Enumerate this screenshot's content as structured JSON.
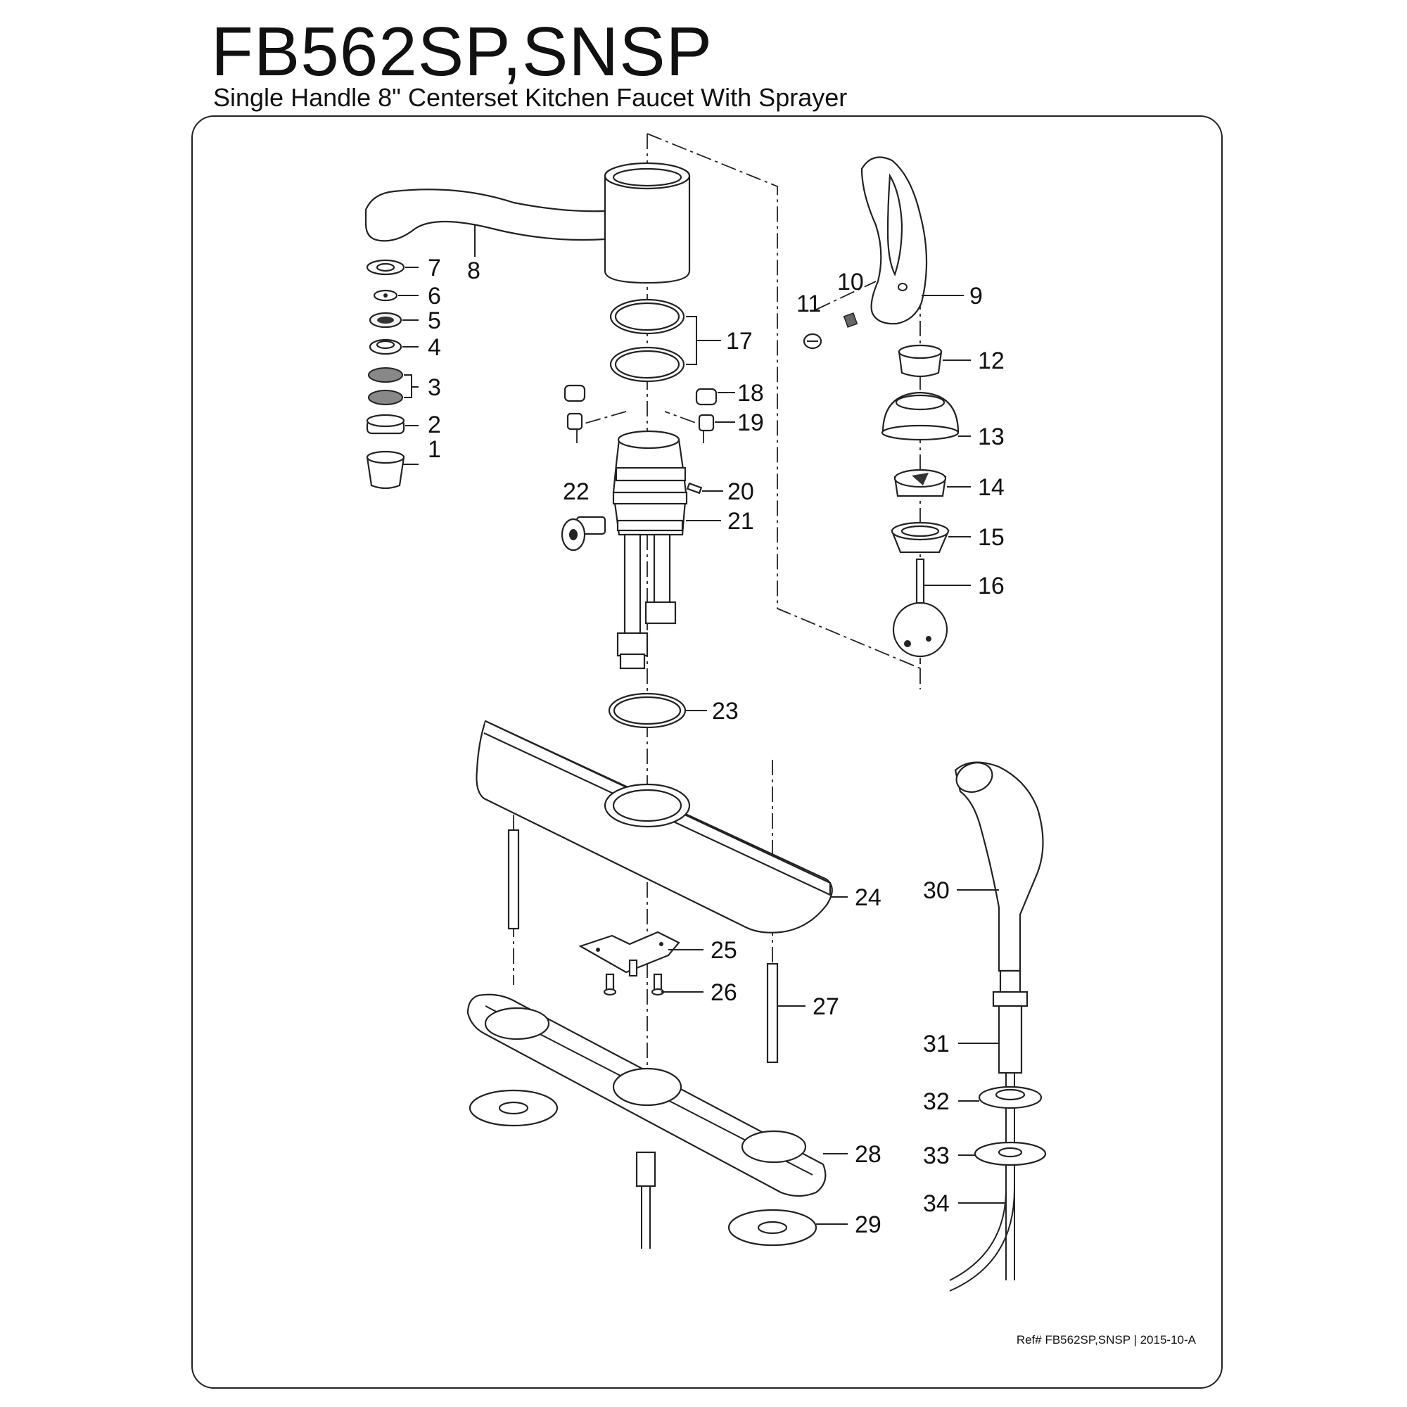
{
  "header": {
    "model": "FB562SP,SNSP",
    "description": "Single Handle 8\" Centerset Kitchen Faucet With Sprayer"
  },
  "footer": {
    "reference": "Ref# FB562SP,SNSP | 2015-10-A"
  },
  "callouts": [
    "1",
    "2",
    "3",
    "4",
    "5",
    "6",
    "7",
    "8",
    "9",
    "10",
    "11",
    "12",
    "13",
    "14",
    "15",
    "16",
    "17",
    "18",
    "19",
    "20",
    "21",
    "22",
    "23",
    "24",
    "25",
    "26",
    "27",
    "28",
    "29",
    "30",
    "31",
    "32",
    "33",
    "34"
  ]
}
